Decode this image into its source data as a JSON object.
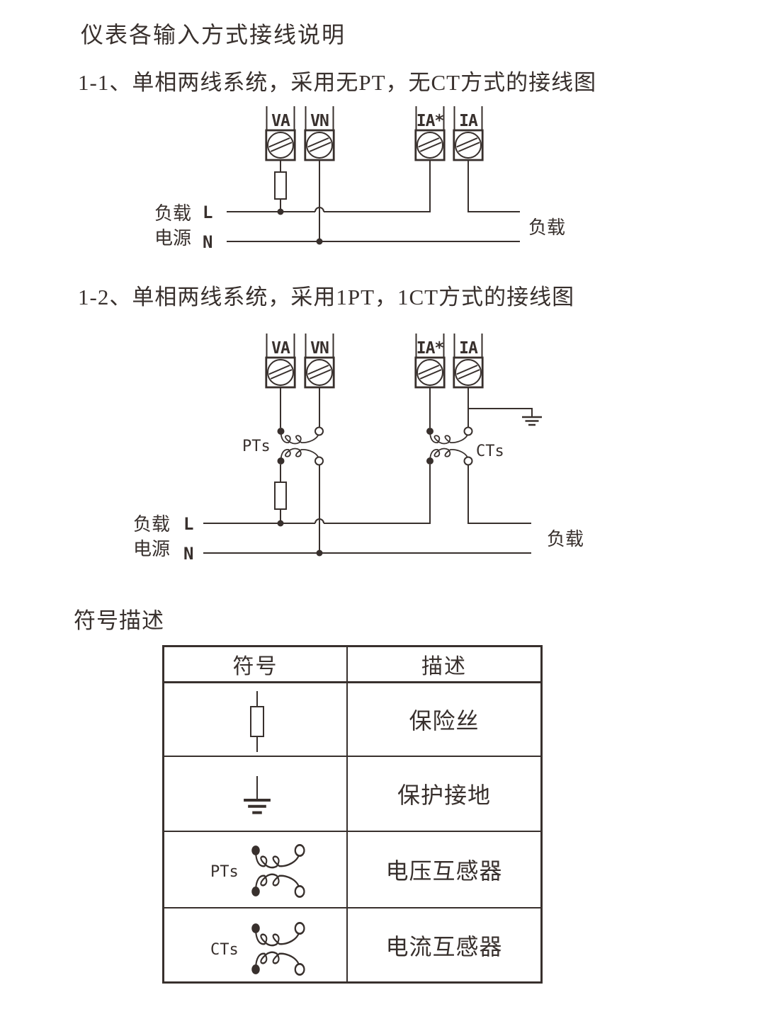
{
  "page": {
    "title": "仪表各输入方式接线说明"
  },
  "sections": {
    "s11_heading": "1-1、单相两线系统，采用无PT，无CT方式的接线图",
    "s12_heading": "1-2、单相两线系统，采用1PT，1CT方式的接线图",
    "symbols_heading": "符号描述"
  },
  "diagram": {
    "terminals": [
      "VA",
      "VN",
      "IA*",
      "IA"
    ],
    "line_l": "L",
    "line_n": "N",
    "source_label_top": "负载",
    "source_label_bottom": "电源",
    "load_label": "负载",
    "pt_label": "PTs",
    "ct_label": "CTs"
  },
  "symbol_table": {
    "headers": [
      "符号",
      "描述"
    ],
    "rows": [
      {
        "symbol": "fuse",
        "label": "",
        "desc": "保险丝"
      },
      {
        "symbol": "protective-earth",
        "label": "",
        "desc": "保护接地"
      },
      {
        "symbol": "voltage-transformer",
        "label": "PTs",
        "desc": "电压互感器"
      },
      {
        "symbol": "current-transformer",
        "label": "CTs",
        "desc": "电流互感器"
      }
    ]
  },
  "colors": {
    "ink": "#38302d",
    "paper": "#ffffff"
  }
}
